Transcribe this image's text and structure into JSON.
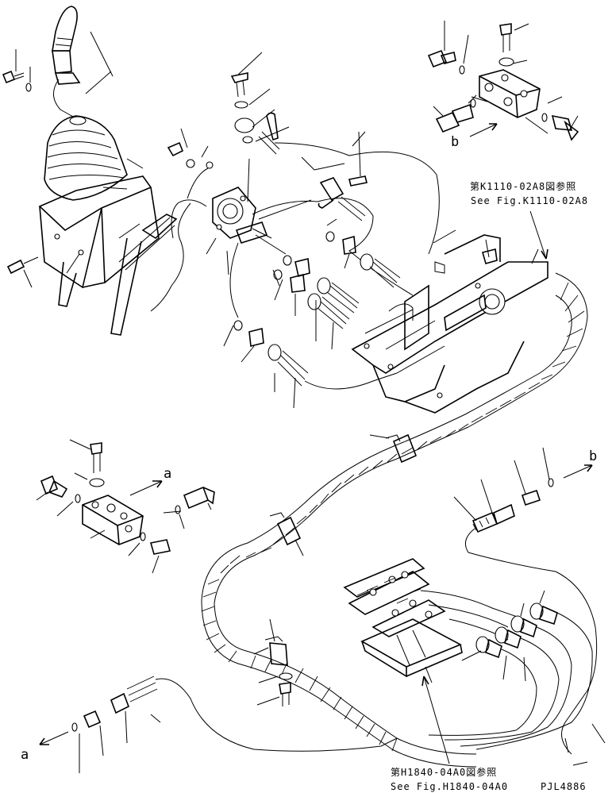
{
  "labels": {
    "ref_top_jp": "第K1110-02A8図参照",
    "ref_top_en": "See Fig.K1110-02A8",
    "ref_bottom_jp": "第H1840-04A0図参照",
    "ref_bottom_en": "See Fig.H1840-04A0",
    "drawing_code": "PJL4886",
    "arrow_a": "a",
    "arrow_b": "b"
  }
}
